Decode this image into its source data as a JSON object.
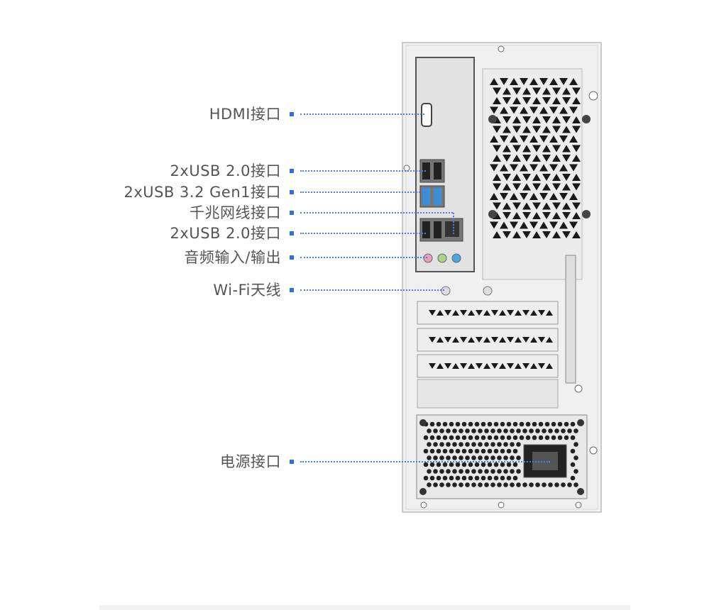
{
  "callouts": [
    {
      "id": "hdmi",
      "label": "HDMI接口"
    },
    {
      "id": "usb20-top",
      "label": "2xUSB 2.0接口"
    },
    {
      "id": "usb32",
      "label": "2xUSB 3.2 Gen1接口"
    },
    {
      "id": "lan",
      "label": "千兆网线接口"
    },
    {
      "id": "usb20-bottom",
      "label": "2xUSB 2.0接口"
    },
    {
      "id": "audio",
      "label": "音频输入/输出"
    },
    {
      "id": "wifi",
      "label": "Wi-Fi天线"
    },
    {
      "id": "power",
      "label": "电源接口"
    }
  ],
  "colors": {
    "accent": "#2f6fe8",
    "line": "#4b7be6",
    "label": "#555555",
    "case": "#ececec"
  }
}
